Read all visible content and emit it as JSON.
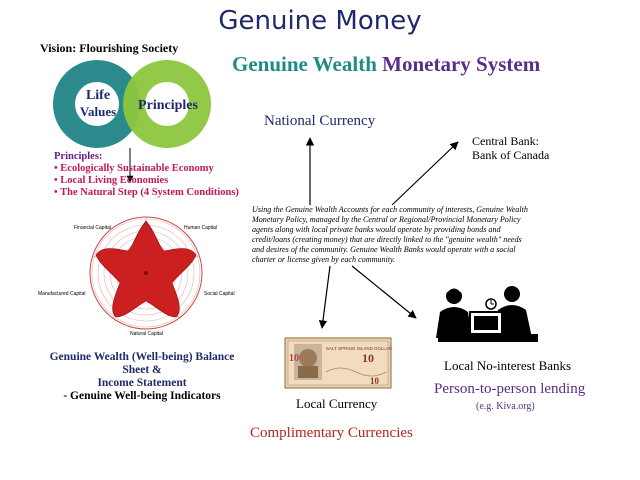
{
  "title": "Genuine Money",
  "subtitle": {
    "part1": "Genuine Wealth",
    "part2": "Monetary System"
  },
  "vision": "Vision: Flourishing Society",
  "venn": {
    "left_label_line1": "Life",
    "left_label_line2": "Values",
    "right_label": "Principles",
    "left_color": "#2a8a8c",
    "right_color": "#8dc63f"
  },
  "principles": {
    "heading": "Principles:",
    "items": [
      "• Ecologically Sustainable Economy",
      "• Local Living Economies",
      "• The Natural Step (4 System Conditions)"
    ]
  },
  "radar": {
    "labels": {
      "top_left": "Financial Capital",
      "top_right": "Human Capital",
      "left": "Manufactured Capital",
      "right": "Social Capital",
      "bottom": "Natural Capital"
    },
    "fill_color": "#cc1f1f"
  },
  "gw_caption": {
    "line1": "Genuine Wealth (Well-being) Balance Sheet &",
    "line2": "Income Statement",
    "line3": "- Genuine Well-being Indicators"
  },
  "body_text": "Using the Genuine Wealth Accounts for each community of interests, Genuine Wealth Monetary Policy, managed by the Central or Regional/Provincial Monetary Policy agents along with local private banks would operate by providing bonds and credit/loans (creating money) that are directly linked to the \"genuine wealth\" needs and desires of the community. Genuine Wealth Banks would operate with a social charter or license given by each community.",
  "national_currency": "National Currency",
  "central_bank": {
    "line1": "Central Bank:",
    "line2": "Bank of Canada"
  },
  "local_currency": "Local Currency",
  "complimentary": "Complimentary Currencies",
  "local_banks": "Local No-interest Banks",
  "p2p": "Person-to-person lending",
  "kiva": "(e.g. Kiva.org)",
  "banknote": {
    "top_text": "SALT SPRING ISLAND DOLLAR",
    "value": "10"
  }
}
